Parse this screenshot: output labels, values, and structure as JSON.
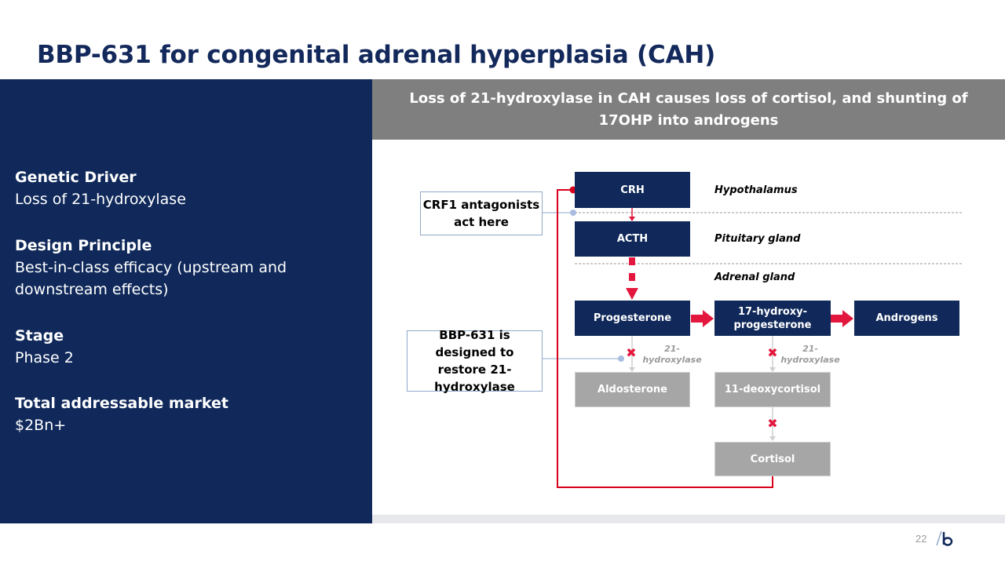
{
  "title": "BBP-631 for congenital adrenal hyperplasia (CAH)",
  "info": [
    {
      "label": "Genetic Driver",
      "value": "Loss of 21-hydroxylase"
    },
    {
      "label": "Design Principle",
      "value": "Best-in-class efficacy (upstream and downstream effects)"
    },
    {
      "label": "Stage",
      "value": "Phase 2"
    },
    {
      "label": "Total addressable market",
      "value": "$2Bn+"
    }
  ],
  "diagram_header": "Loss of 21-hydroxylase in CAH causes loss of cortisol, and shunting of 17OHP into androgens",
  "nodes": {
    "crh": "CRH",
    "acth": "ACTH",
    "progesterone": "Progesterone",
    "hydroxy_progesterone": "17-hydroxy-progesterone",
    "androgens": "Androgens",
    "aldosterone": "Aldosterone",
    "deoxycortisol": "11-deoxycortisol",
    "cortisol": "Cortisol"
  },
  "regions": {
    "hypothalamus": "Hypothalamus",
    "pituitary": "Pituitary gland",
    "adrenal": "Adrenal gland"
  },
  "enzyme_label": "21-hydroxylase",
  "callouts": {
    "crf1": "CRF1 antagonists act here",
    "bbp631": "BBP-631 is designed to restore 21-hydroxylase"
  },
  "block_symbol": "✖",
  "colors": {
    "navy": "#10295a",
    "grey_header": "#7f7f7f",
    "pathway_grey": "#a6a6a6",
    "accent_red": "#e3173e",
    "feedback_red": "#d9001b",
    "callout_blue": "#8ea9c8"
  },
  "page_number": "22",
  "logo_icon": "bridgebio-b-logo"
}
